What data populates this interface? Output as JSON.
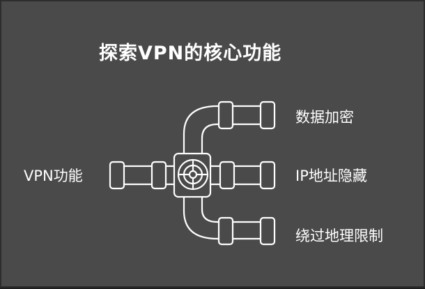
{
  "title": "探索VPN的核心功能",
  "left_label": "VPN功能",
  "branches": [
    {
      "label": "数据加密"
    },
    {
      "label": "IP地址隐藏"
    },
    {
      "label": "绕过地理限制"
    }
  ],
  "colors": {
    "background": "#4a4a4a",
    "border": "#2d2d2d",
    "stroke": "#ffffff",
    "text": "#ffffff"
  },
  "icons": [
    "pipe-valve-icon",
    "pipe-elbow-up-icon",
    "pipe-elbow-down-icon",
    "pipe-segment-icon"
  ]
}
